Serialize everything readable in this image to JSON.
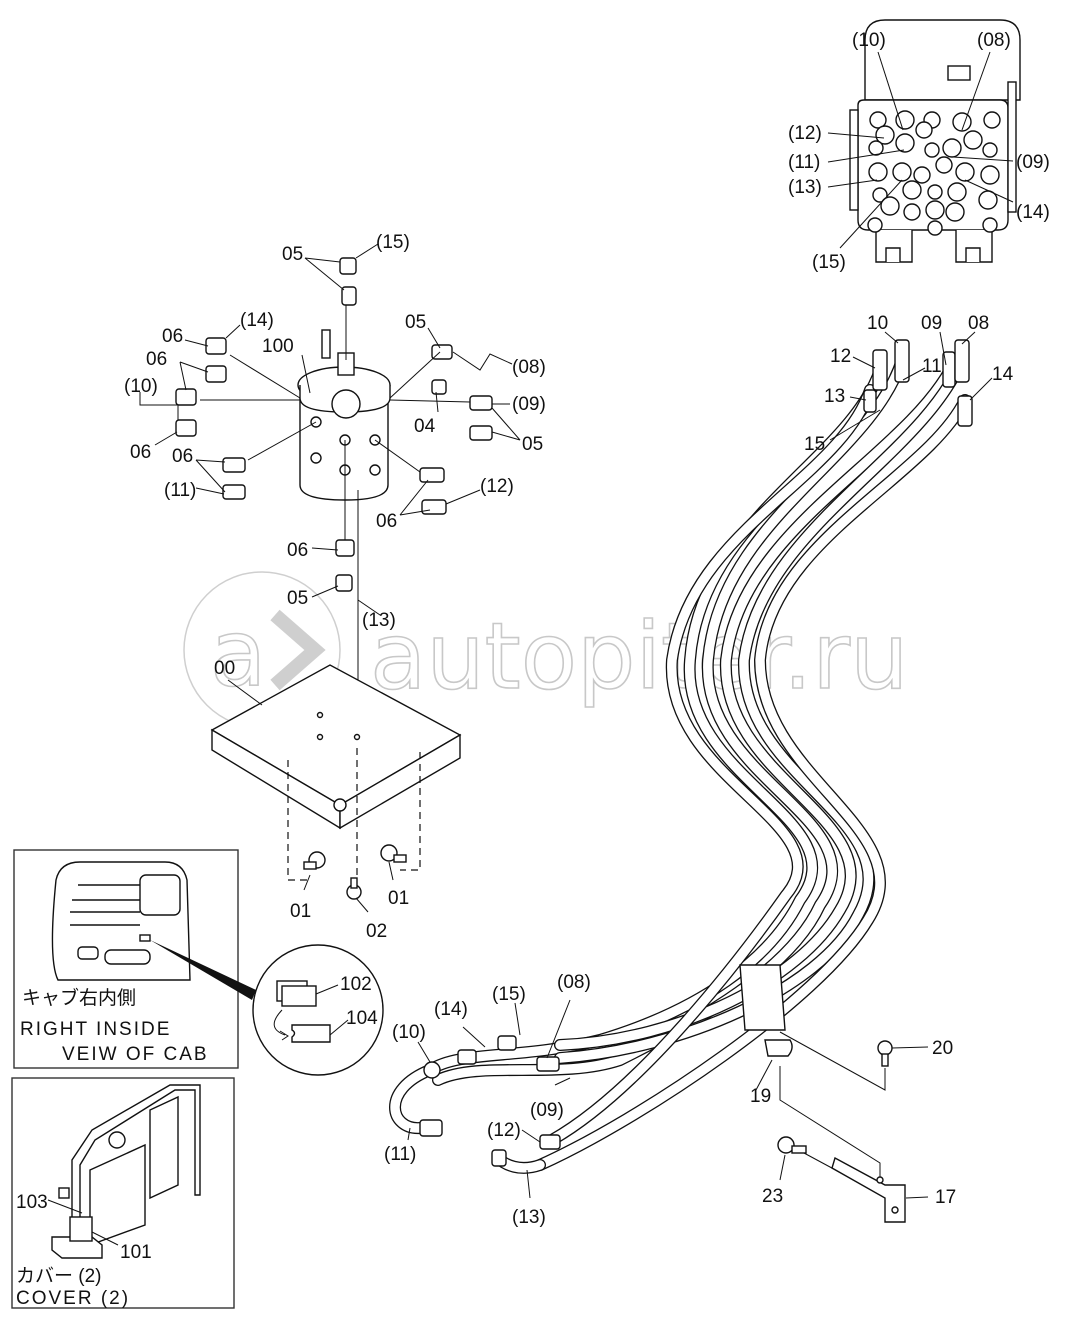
{
  "diagram": {
    "watermark": "autopiter.ru",
    "control_valve_inset": {
      "labels": [
        "(10)",
        "(08)",
        "(12)",
        "(11)",
        "(09)",
        "(13)",
        "(14)",
        "(15)"
      ]
    },
    "pilot_valve_assembly": {
      "body_label": "100",
      "labels": [
        {
          "id": "05",
          "text": "05"
        },
        {
          "id": "15",
          "text": "(15)"
        },
        {
          "id": "06",
          "text": "06"
        },
        {
          "id": "14",
          "text": "(14)"
        },
        {
          "id": "05b",
          "text": "05"
        },
        {
          "id": "08",
          "text": "(08)"
        },
        {
          "id": "06b",
          "text": "06"
        },
        {
          "id": "10",
          "text": "(10)"
        },
        {
          "id": "06c",
          "text": "06"
        },
        {
          "id": "04",
          "text": "04"
        },
        {
          "id": "09",
          "text": "(09)"
        },
        {
          "id": "05c",
          "text": "05"
        },
        {
          "id": "06d",
          "text": "06"
        },
        {
          "id": "11",
          "text": "(11)"
        },
        {
          "id": "12",
          "text": "(12)"
        },
        {
          "id": "06e",
          "text": "06"
        },
        {
          "id": "06f",
          "text": "06"
        },
        {
          "id": "05d",
          "text": "05"
        },
        {
          "id": "13",
          "text": "(13)"
        }
      ]
    },
    "mount_plate": {
      "plate_label": "00",
      "bolt_labels": [
        "01",
        "01",
        "02"
      ]
    },
    "hose_top_labels": [
      "10",
      "09",
      "08",
      "12",
      "11",
      "13",
      "14",
      "15"
    ],
    "hose_bottom_labels": [
      "(15)",
      "(08)",
      "(14)",
      "(10)",
      "(09)",
      "(12)",
      "(11)",
      "(13)"
    ],
    "bracket_labels": {
      "clamp": "19",
      "bolt_top": "20",
      "bolt_bottom": "23",
      "bracket": "17"
    },
    "cab_view_box": {
      "caption_jp": "キャブ右内側",
      "caption_en_1": "RIGHT INSIDE",
      "caption_en_2": "VEIW OF CAB"
    },
    "detail_circle": {
      "labels": [
        "102",
        "104"
      ]
    },
    "cover_box": {
      "labels": [
        "103",
        "101"
      ],
      "caption_jp": "カバー (2)",
      "caption_en": "COVER (2)"
    }
  }
}
